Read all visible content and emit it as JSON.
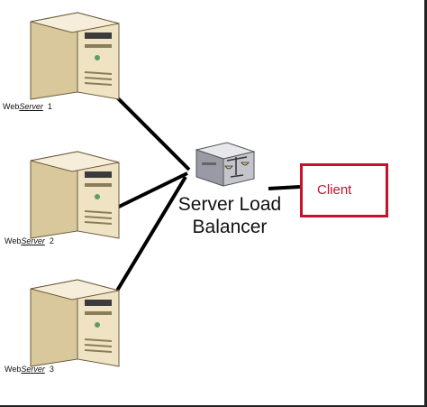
{
  "servers": [
    {
      "prefix": "Web",
      "word": "Server",
      "number": "1"
    },
    {
      "prefix": "Web",
      "word": "Server",
      "number": "2"
    },
    {
      "prefix": "Web",
      "word": "Server",
      "number": "3"
    }
  ],
  "balancer": {
    "line1": "Server Load",
    "line2": "Balancer",
    "icon": "load-balancer-scales-icon"
  },
  "client": {
    "label": "Client"
  },
  "colors": {
    "client_border": "#c8102e",
    "line": "#000000",
    "server_body": "#e6d7b0"
  }
}
